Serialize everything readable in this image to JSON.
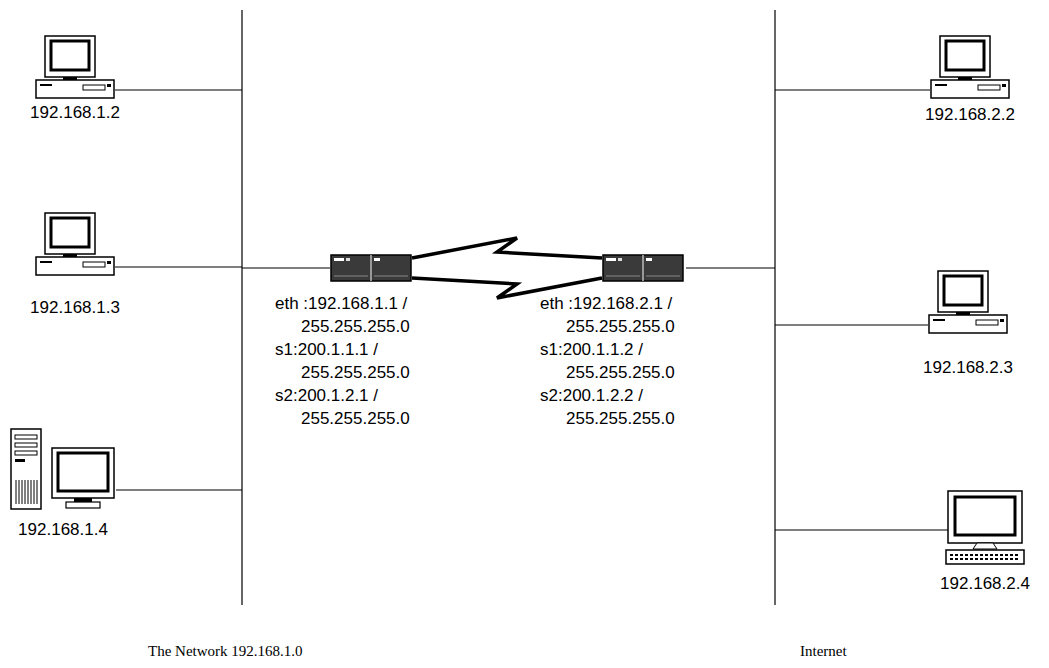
{
  "diagram": {
    "nodes": [
      {
        "text": [
          "192.168.1.2"
        ]
      },
      {
        "text": [
          "192.168.1.3"
        ]
      },
      {
        "text": [
          "192.168.1.4"
        ]
      },
      {
        "text": [
          "eth :192.168.1.1 / 255.255.255.0",
          "s1:200.1.1.1 / 255.255.255.0",
          "s2:200.1.2.1 / 255.255.255.0"
        ]
      },
      {
        "text": [
          "eth :192.168.2.1 / 255.255.255.0",
          "s1:200.1.1.2 / 255.255.255.0",
          "s2:200.1.2.2 / 255.255.255.0"
        ]
      },
      {
        "text": [
          "192.168.2.2"
        ]
      },
      {
        "text": [
          "192.168.2.3"
        ]
      },
      {
        "text": [
          "192.168.2.4"
        ]
      }
    ],
    "edges": [
      {
        "from": 3,
        "to": 4,
        "arrow": "none"
      },
      {
        "from": 3,
        "to": 4,
        "arrow": "none"
      }
    ],
    "labels": [
      "The Network 192.168.1.0",
      "Internet"
    ]
  }
}
